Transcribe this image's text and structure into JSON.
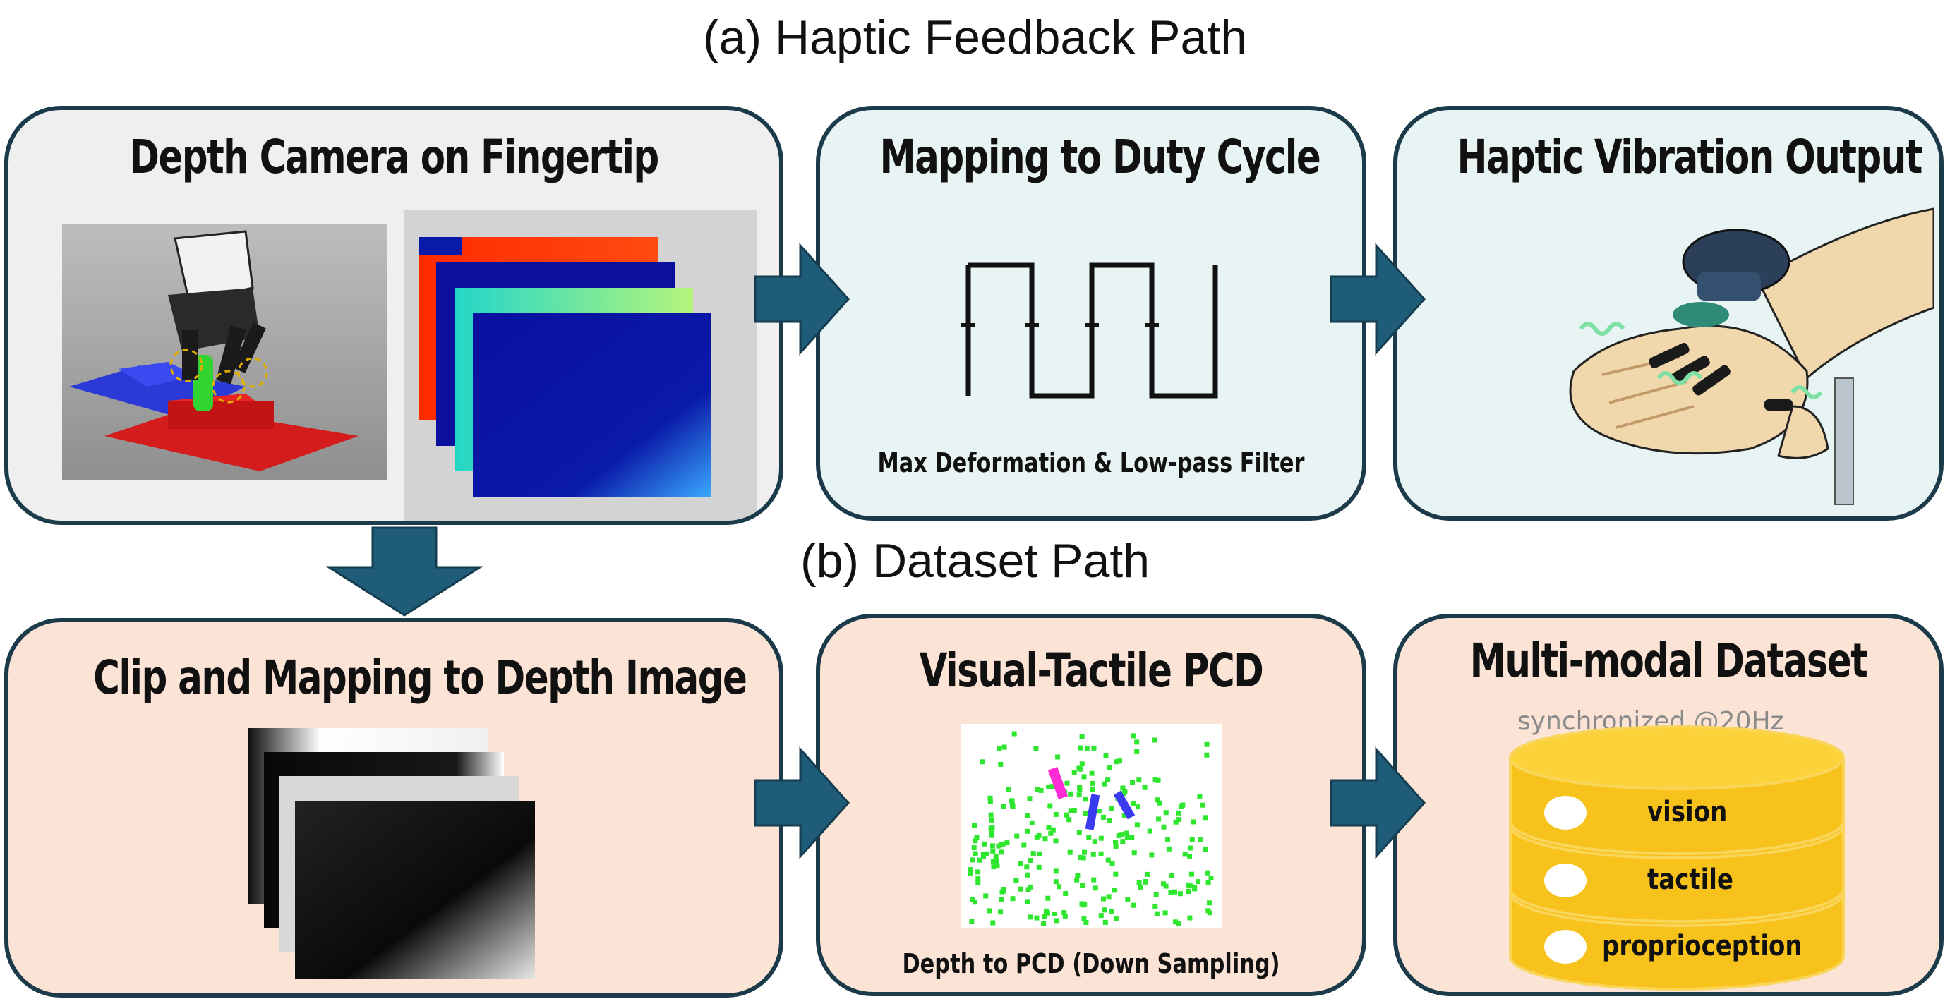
{
  "titles": {
    "haptic_path": "(a) Haptic Feedback Path",
    "dataset_path": "(b) Dataset Path"
  },
  "panels": {
    "depth_camera": {
      "title": "Depth Camera on Fingertip"
    },
    "duty_cycle": {
      "title": "Mapping to Duty Cycle",
      "caption": "Max Deformation & Low-pass Filter"
    },
    "haptic_output": {
      "title": "Haptic Vibration Output"
    },
    "clip_mapping": {
      "title": "Clip and Mapping to Depth Image"
    },
    "visual_tactile": {
      "title": "Visual-Tactile PCD",
      "caption": "Depth to PCD (Down Sampling)"
    },
    "dataset": {
      "title": "Multi-modal Dataset",
      "sync_label": "synchronized @20Hz",
      "layers": [
        "vision",
        "tactile",
        "proprioception"
      ]
    }
  },
  "colors": {
    "border": "#1b3a4a",
    "arrow": "#1f5c78",
    "panel_blue": "#e8f3f4",
    "panel_gray": "#efefef",
    "panel_peach": "#fbe3d5",
    "cylinder": "#f7c21c",
    "point_cloud": "#2ee62e"
  }
}
